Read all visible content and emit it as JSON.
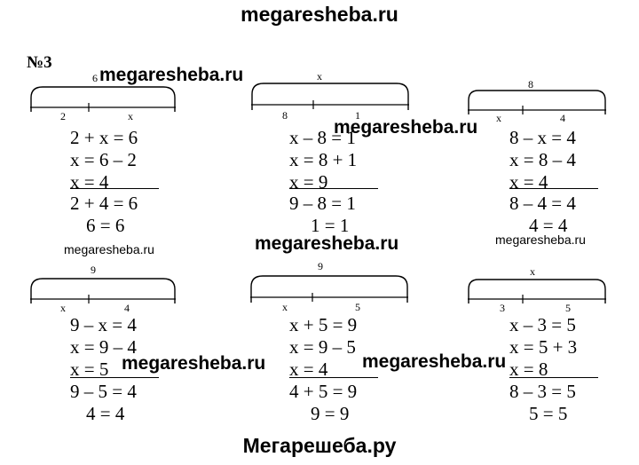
{
  "watermarks": {
    "top": "megaresheba.ru",
    "bottom": "Мегарешеба.ру",
    "overlay": "megaresheba.ru"
  },
  "task": {
    "number": "№3"
  },
  "problems": [
    {
      "top": "6",
      "left": "2",
      "right": "x",
      "eqs": [
        "2 + x = 6",
        "x = 6 – 2",
        "x = 4",
        "2 + 4 = 6",
        "6 = 6"
      ]
    },
    {
      "top": "x",
      "left": "8",
      "right": "1",
      "eqs": [
        "x – 8 = 1",
        "x = 8 + 1",
        "x = 9",
        "9 – 8 = 1",
        "1 = 1"
      ]
    },
    {
      "top": "8",
      "left": "x",
      "right": "4",
      "eqs": [
        "8 – x = 4",
        "x = 8 – 4",
        "x = 4",
        "8 – 4 = 4",
        "4 = 4"
      ]
    },
    {
      "top": "9",
      "left": "x",
      "right": "4",
      "eqs": [
        "9 – x = 4",
        "x = 9 – 4",
        "x = 5",
        "9 – 5 = 4",
        "4 = 4"
      ]
    },
    {
      "top": "9",
      "left": "x",
      "right": "5",
      "eqs": [
        "x + 5 = 9",
        "x = 9 – 5",
        "x = 4",
        "4 + 5 = 9",
        "9 = 9"
      ]
    },
    {
      "top": "x",
      "left": "3",
      "right": "5",
      "eqs": [
        "x – 3 = 5",
        "x = 5 + 3",
        "x = 8",
        "8 – 3 = 5",
        "5 = 5"
      ]
    }
  ]
}
